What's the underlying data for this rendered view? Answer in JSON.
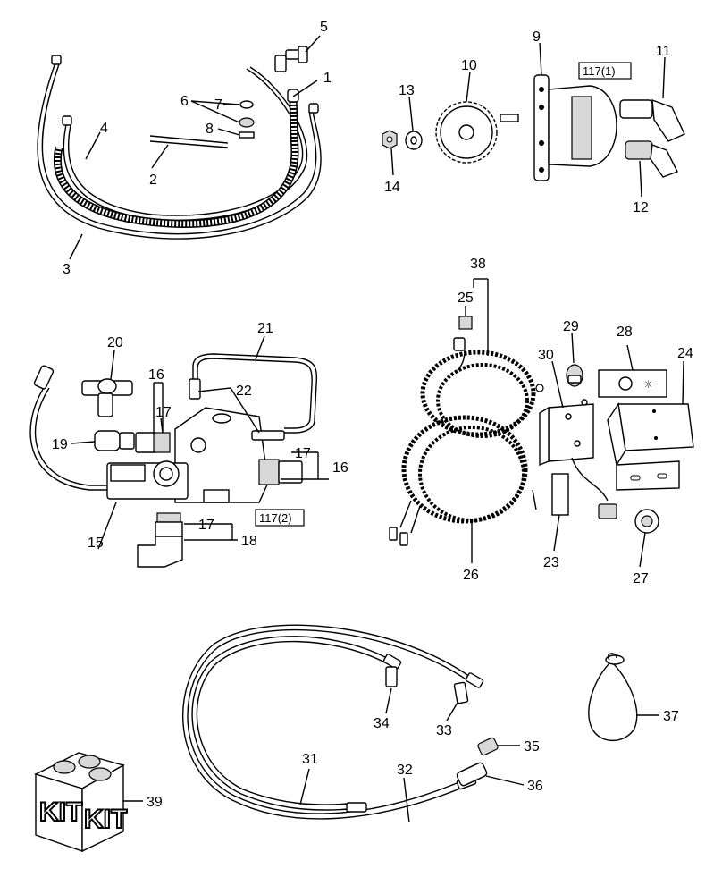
{
  "callouts": {
    "c1": "1",
    "c2": "2",
    "c3": "3",
    "c4": "4",
    "c5": "5",
    "c6": "6",
    "c7": "7",
    "c8": "8",
    "c9": "9",
    "c10": "10",
    "c11": "11",
    "c12": "12",
    "c13": "13",
    "c14": "14",
    "c15": "15",
    "c16a": "16",
    "c16b": "16",
    "c17a": "17",
    "c17b": "17",
    "c17c": "17",
    "c18": "18",
    "c19": "19",
    "c20": "20",
    "c21": "21",
    "c22": "22",
    "c23": "23",
    "c24": "24",
    "c25": "25",
    "c26": "26",
    "c27": "27",
    "c28": "28",
    "c29": "29",
    "c30": "30",
    "c31": "31",
    "c32": "32",
    "c33": "33",
    "c34": "34",
    "c35": "35",
    "c36": "36",
    "c37": "37",
    "c38": "38",
    "c39": "39"
  },
  "references": {
    "ref1": "117(1)",
    "ref2": "117(2)"
  },
  "kit_box": {
    "front_text": "KIT",
    "side_text": "KIT"
  }
}
